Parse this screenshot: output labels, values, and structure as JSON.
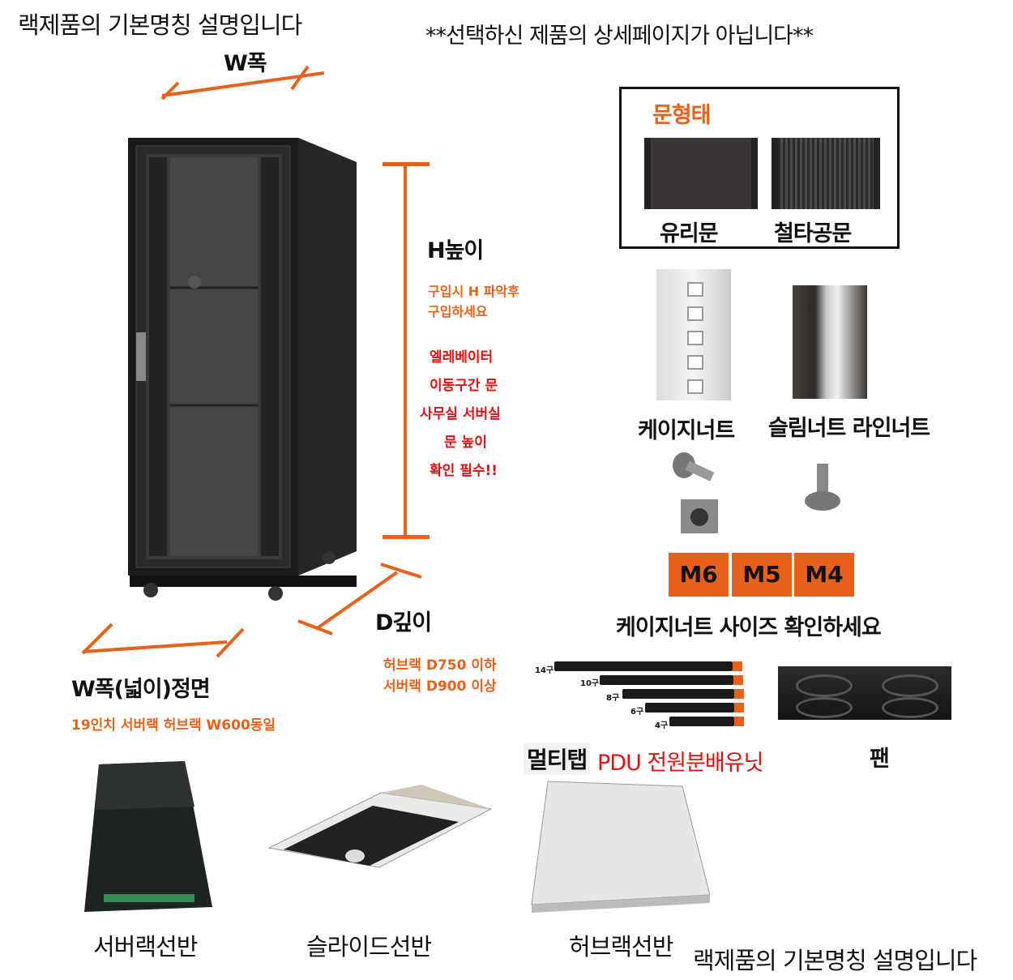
{
  "header": {
    "title_left": "랙제품의 기본명칭 설명입니다",
    "notice": "**선택하신 제품의 상세페이지가 아닙니다**"
  },
  "dimensions": {
    "width_top": "W폭",
    "height": "H높이",
    "height_note_1": "구입시 H 파악후",
    "height_note_2": "구입하세요",
    "warning_lines": [
      "엘레베이터",
      "이동구간 문",
      "사무실 서버실",
      "문 높이",
      "확인 필수!!"
    ],
    "depth": "D깊이",
    "depth_note_1": "허브랙 D750 이하",
    "depth_note_2": "서버랙 D900 이상",
    "width_front": "W폭(넓이)정면",
    "width_front_note": "19인치 서버랙 허브랙 W600동일"
  },
  "door_type": {
    "title": "문형태",
    "glass": "유리문",
    "steel": "철타공문"
  },
  "nuts": {
    "cage": "케이지너트",
    "slim": "슬림너트 라인너트",
    "sizes": [
      "M6",
      "M5",
      "M4"
    ],
    "size_note": "케이지너트 사이즈 확인하세요"
  },
  "pdu": {
    "ports": [
      "14구",
      "10구",
      "8구",
      "6구",
      "4구"
    ],
    "label_a": "멀티탭",
    "label_b": "PDU 전원분배유닛"
  },
  "fan": {
    "label": "팬"
  },
  "shelves": {
    "server": "서버랙선반",
    "slide": "슬라이드선반",
    "hub": "허브랙선반"
  },
  "footer": {
    "title": "랙제품의 기본명칭 설명입니다"
  },
  "colors": {
    "accent": "#e8611a",
    "warning": "#e40f0f"
  }
}
